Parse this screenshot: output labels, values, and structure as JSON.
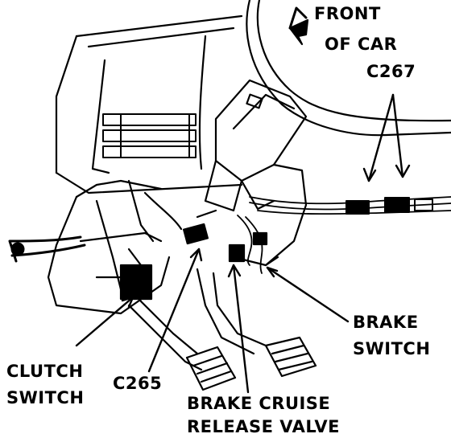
{
  "labels": {
    "front_line1": "FRONT",
    "front_line2": "OF CAR",
    "c267": "C267",
    "brake_switch_line1": "BRAKE",
    "brake_switch_line2": "SWITCH",
    "clutch_switch_line1": "CLUTCH",
    "clutch_switch_line2": "SWITCH",
    "c265": "C265",
    "brake_cruise_line1": "BRAKE CRUISE",
    "brake_cruise_line2": "RELEASE VALVE"
  },
  "colors": {
    "ink": "#000000",
    "paper": "#ffffff"
  }
}
